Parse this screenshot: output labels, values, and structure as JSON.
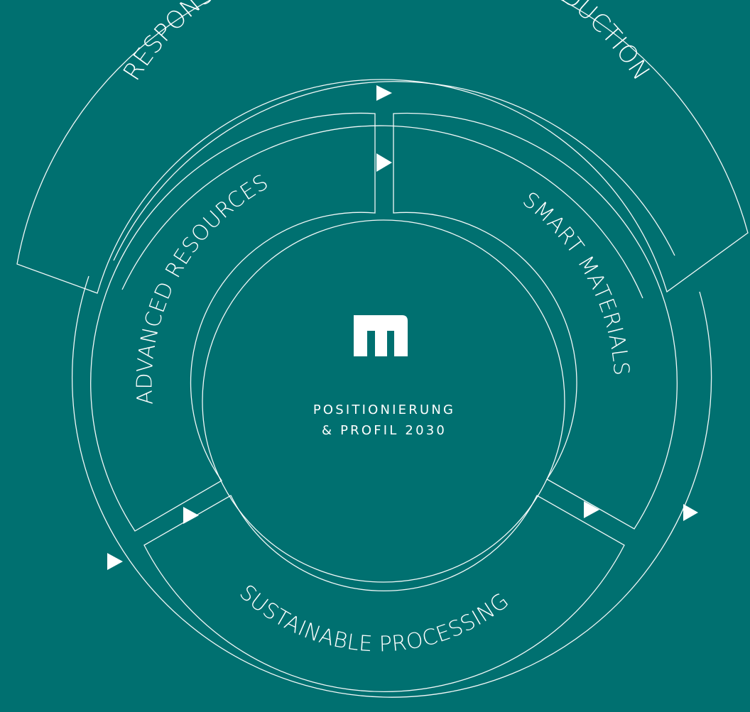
{
  "colors": {
    "background": "#007070",
    "line": "#ffffff"
  },
  "outer_segment": {
    "label": "RESPONSIBLE CONSUMPTION AND PRODUCTION"
  },
  "inner_segments": [
    {
      "id": "advanced",
      "label": "ADVANCED RESOURCES"
    },
    {
      "id": "smart",
      "label": "SMART MATERIALS"
    },
    {
      "id": "sustainable",
      "label": "SUSTAINABLE PROCESSING"
    }
  ],
  "center": {
    "logo_icon": "m-logo-icon",
    "line1": "POSITIONIERUNG",
    "line2": "& PROFIL 2030"
  }
}
